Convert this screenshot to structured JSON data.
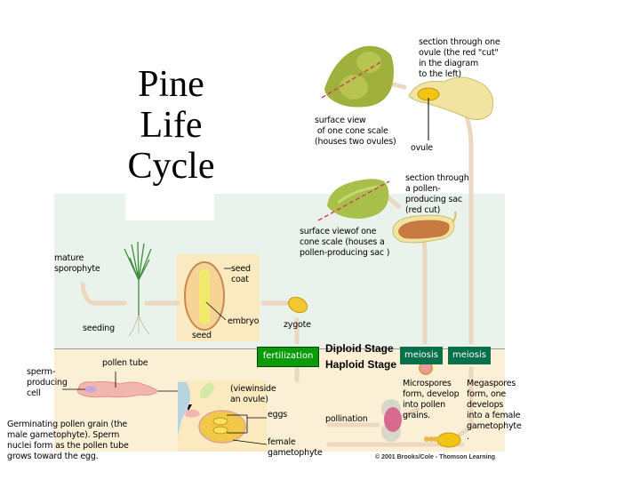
{
  "title": "Pine\nLife\nCycle",
  "stages": {
    "diploid": "Diploid Stage",
    "haploid": "Haploid Stage"
  },
  "process_boxes": {
    "fertilization": "fertilization",
    "meiosis_left": "meiosis",
    "meiosis_right": "meiosis"
  },
  "labels": {
    "section_ovule": "section through one\novule (the red \"cut\"\nin the diagram\nto the left)",
    "surface_view_ovule_scale": "surface view\n of one cone scale\n(houses two ovules)",
    "ovule": "ovule",
    "section_pollen_sac": "section through\na pollen-\nproducing sac\n(red cut)",
    "surface_view_pollen_scale": "surface viewof one\ncone scale (houses a\npollen-producing sac )",
    "mature_sporophyte": "mature\nsporophyte",
    "seeding": "seeding",
    "seed_coat": "seed\ncoat",
    "embryo": "embryo",
    "seed": "seed",
    "zygote": "zygote",
    "microspores": "Microspores\nform, develop\ninto pollen\ngrains.",
    "megaspores": "Megaspores\nform, one\ndevelops\ninto a female\ngametophyte\n.",
    "pollination": "pollination",
    "view_inside_ovule": "(viewinside\nan ovule)",
    "eggs": "eggs",
    "female_gametophyte": "female\ngametophyte",
    "pollen_tube": "pollen tube",
    "sperm_producing_cell": "sperm-\nproducing\ncell",
    "germinating_pollen": "Germinating pollen grain (the\nmale gametophyte). Sperm\nnuclei form as the pollen tube\ngrows toward the egg."
  },
  "copyright": "© 2001 Brooks/Cole - Thomson Learning",
  "colors": {
    "fertilization_box": "#0a9b0a",
    "meiosis_box": "#08704a",
    "diploid_bg": "#eaf2ec",
    "haploid_bg": "#fbf0d6",
    "arrow": "#ecd7c0",
    "cut_line": "#d0455a"
  }
}
